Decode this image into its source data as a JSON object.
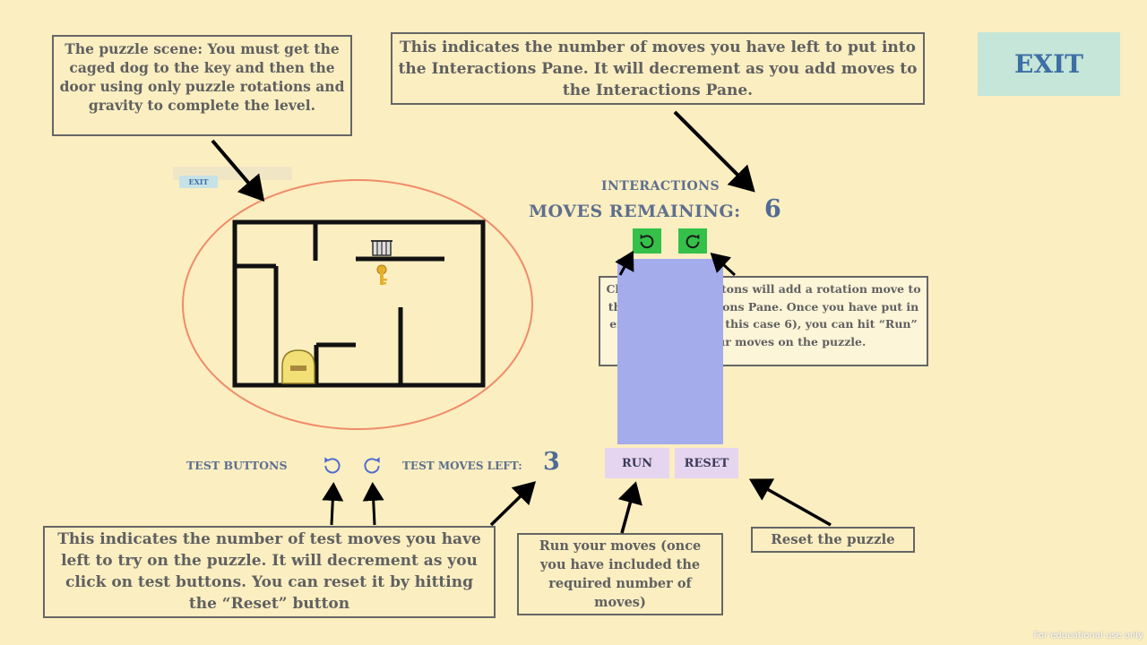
{
  "callouts": {
    "scene": "The puzzle scene: You must get the caged dog to the key and then the door using only puzzle rotations and gravity to complete the level.",
    "moves_info": "This indicates the number of moves you have left to put into the Interactions Pane. It will decrement as you add moves to the Interactions Pane.",
    "rotation_info": "Clicking these buttons will add a rotation move to this blue Interactions Pane. Once you have put in enough moves (in this case 6), you can hit “Run” to use your moves on the puzzle.",
    "test_info": "This indicates the number of test moves you have left to try on the puzzle. It will decrement as you click on test buttons. You can reset it by hitting the “Reset”  button",
    "run_info": "Run your moves (once you have included the required number of moves)",
    "reset_info": "Reset the puzzle"
  },
  "exit_label": "EXIT",
  "mini_exit_label": "EXIT",
  "interactions": {
    "label": "INTERACTIONS",
    "moves_remaining_label": "MOVES REMAINING:",
    "moves_remaining_value": "6"
  },
  "buttons": {
    "run": "RUN",
    "reset": "RESET"
  },
  "test": {
    "label": "TEST BUTTONS",
    "moves_left_label": "TEST MOVES LEFT:",
    "moves_left_value": "3"
  },
  "footer": "For educational use only",
  "icons": {
    "rotate_ccw": "rotate-ccw-icon",
    "rotate_cw": "rotate-cw-icon",
    "cage": "dog-cage-icon",
    "key": "key-icon",
    "door": "door-icon"
  },
  "colors": {
    "background": "#fbeec1",
    "accent_blue": "#3d6ea6",
    "pane": "#a4acec",
    "green_button": "#35c04a",
    "ellipse": "#ef8c6a"
  }
}
